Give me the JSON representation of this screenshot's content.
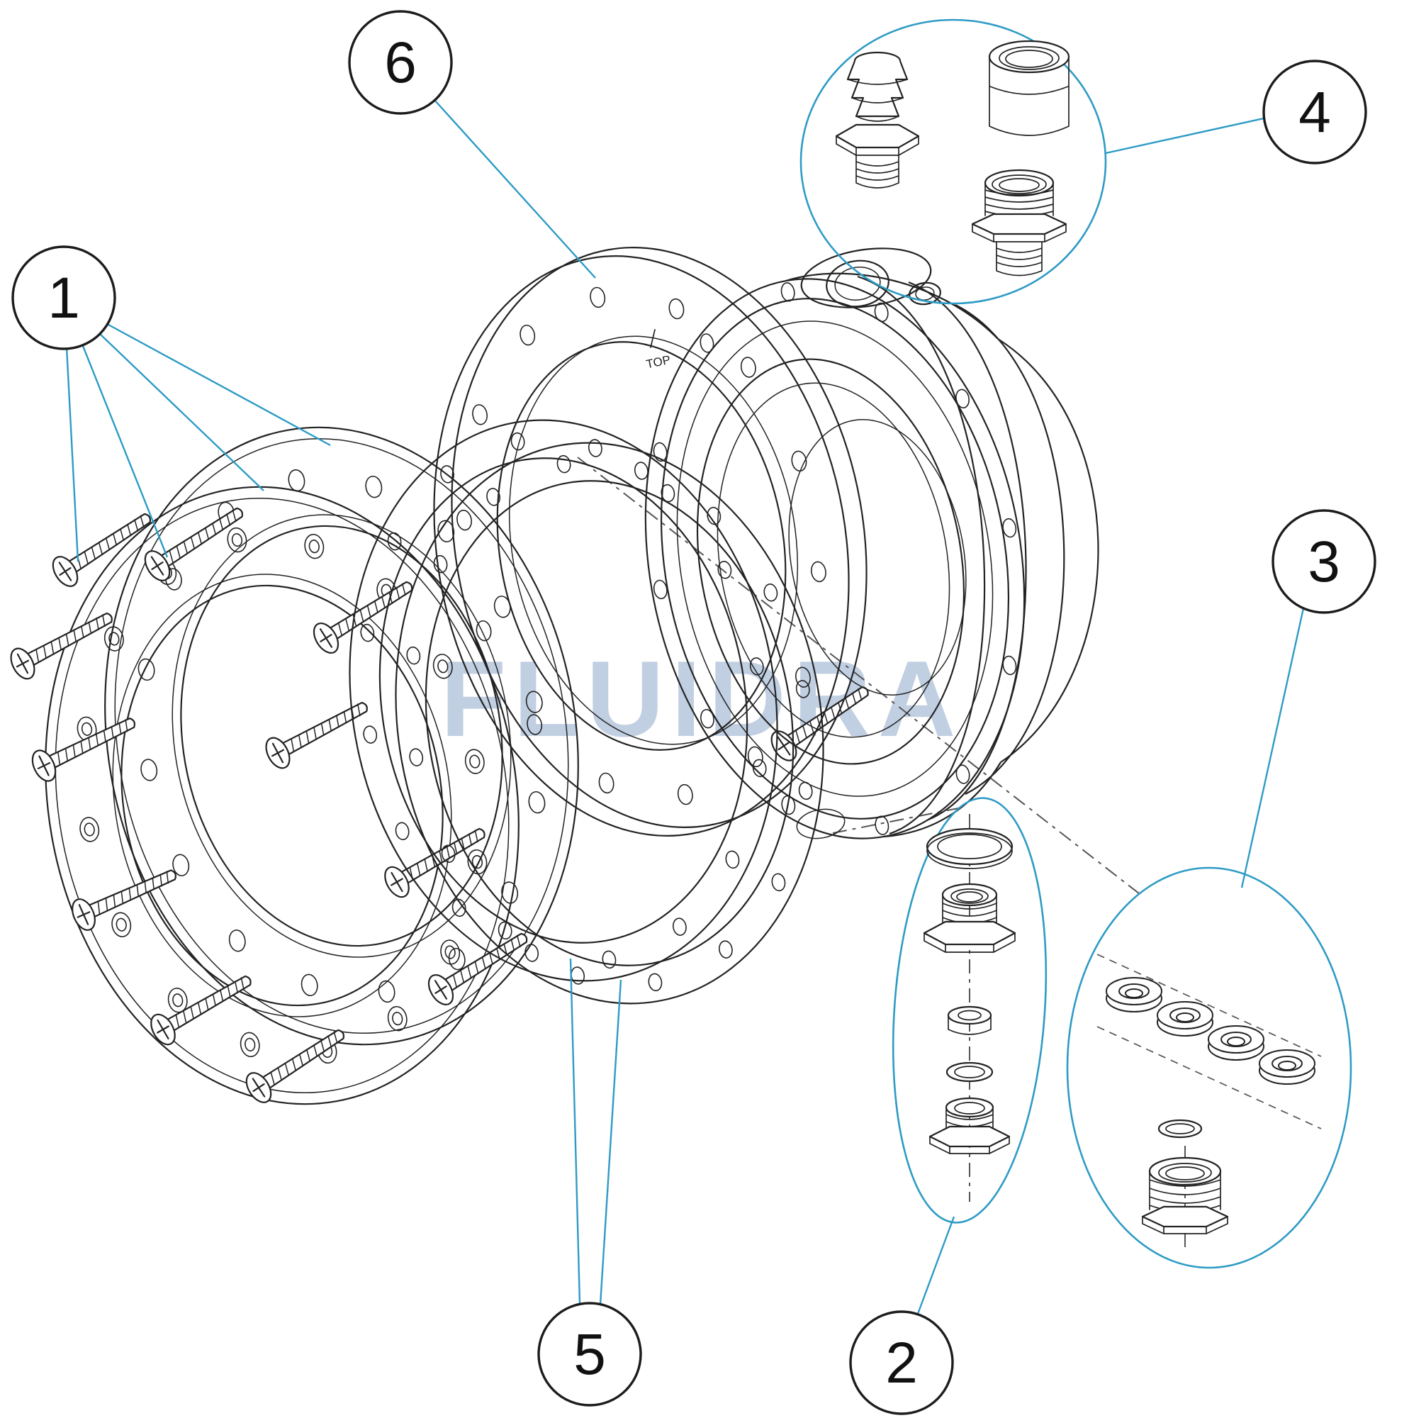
{
  "diagram": {
    "watermark": "FLUIDRA",
    "flange_label": "TOP",
    "callouts": {
      "one": "1",
      "two": "2",
      "three": "3",
      "four": "4",
      "five": "5",
      "six": "6"
    },
    "colors": {
      "line": "#232323",
      "leader": "#2e9bc5",
      "watermark": "#b7c7dd",
      "dash": "#555555",
      "background": "#ffffff"
    }
  }
}
